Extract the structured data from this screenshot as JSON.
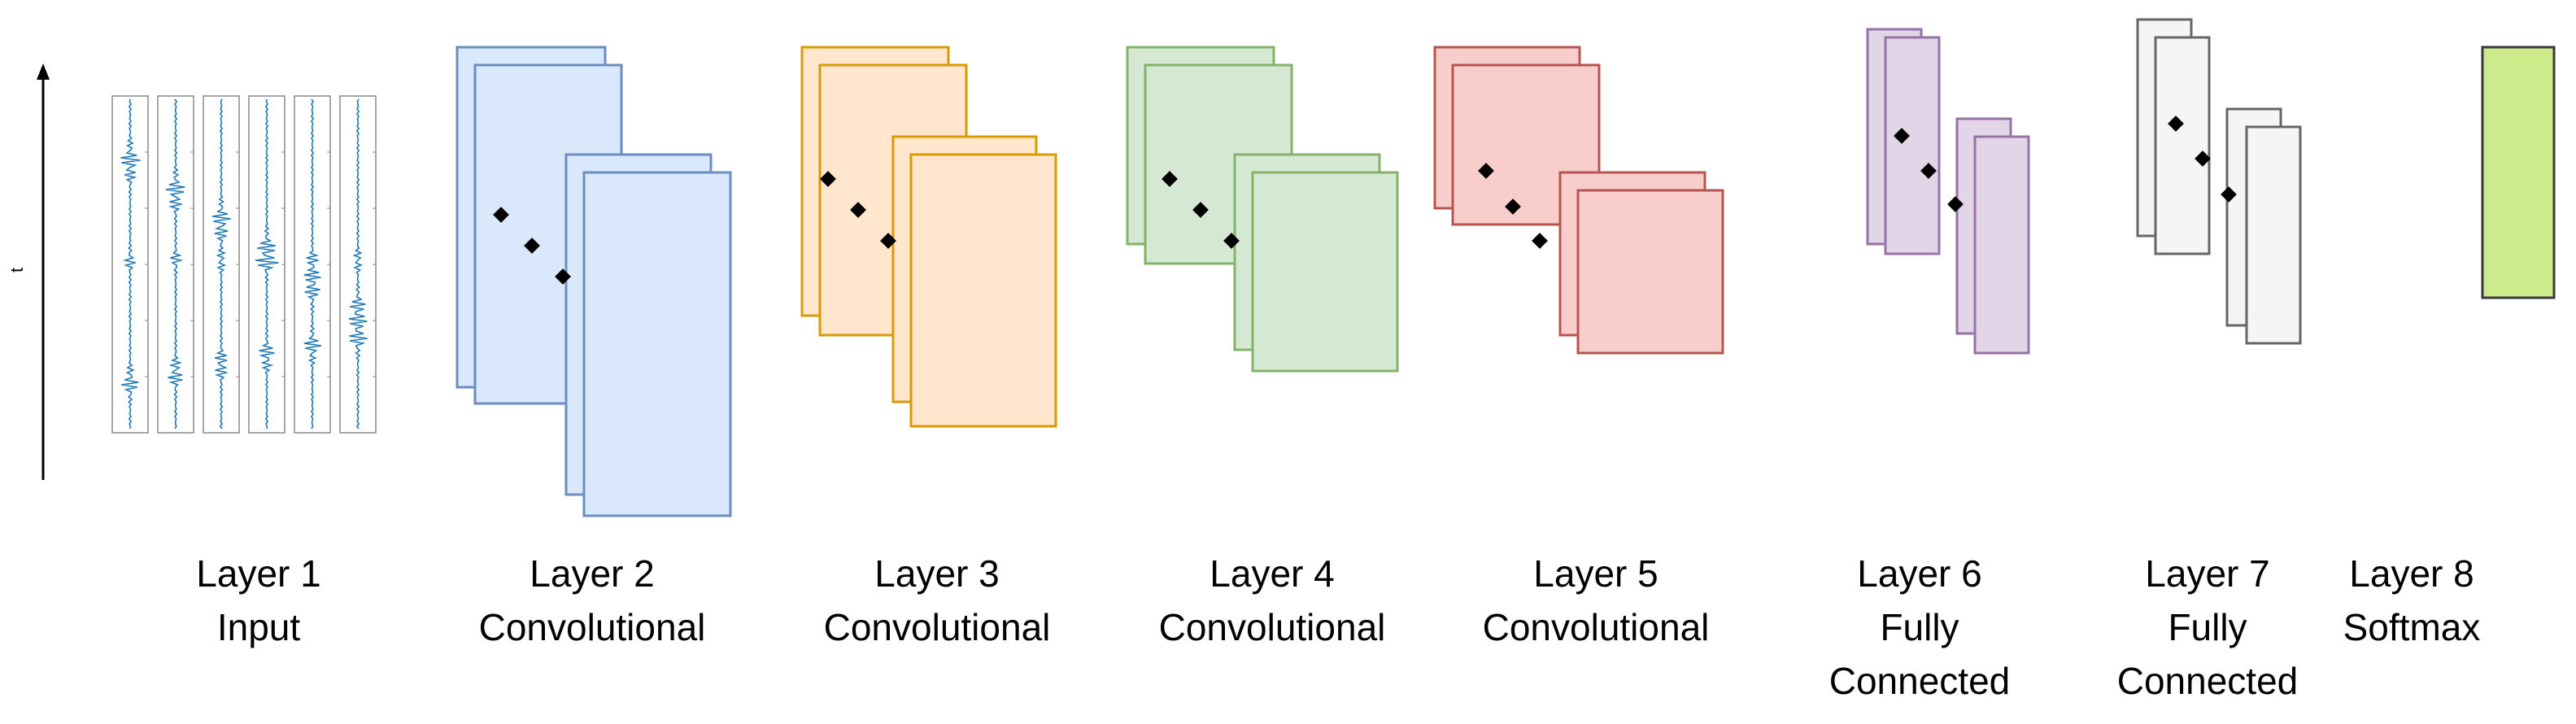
{
  "layers": [
    {
      "line1": "Layer 1",
      "line2": "Input",
      "line3": ""
    },
    {
      "line1": "Layer 2",
      "line2": "Convolutional",
      "line3": ""
    },
    {
      "line1": "Layer 3",
      "line2": "Convolutional",
      "line3": ""
    },
    {
      "line1": "Layer 4",
      "line2": "Convolutional",
      "line3": ""
    },
    {
      "line1": "Layer 5",
      "line2": "Convolutional",
      "line3": ""
    },
    {
      "line1": "Layer 6",
      "line2": "Fully",
      "line3": "Connected"
    },
    {
      "line1": "Layer 7",
      "line2": "Fully",
      "line3": "Connected"
    },
    {
      "line1": "Layer 8",
      "line2": "Softmax",
      "line3": ""
    }
  ],
  "input_axis_label": "t",
  "colors": {
    "conv2_fill": "#dae8fc",
    "conv2_stroke": "#6c8ebf",
    "conv3_fill": "#ffe6cc",
    "conv3_stroke": "#d79b00",
    "conv4_fill": "#d5e8d4",
    "conv4_stroke": "#82b366",
    "conv5_fill": "#f8cecc",
    "conv5_stroke": "#b85450",
    "fc6_fill": "#e1d5e7",
    "fc6_stroke": "#9673a6",
    "fc7_fill": "#f5f5f5",
    "fc7_stroke": "#666666",
    "softmax_fill": "#cdeb8b",
    "softmax_stroke": "#36393d",
    "signal": "#1f77b4"
  }
}
